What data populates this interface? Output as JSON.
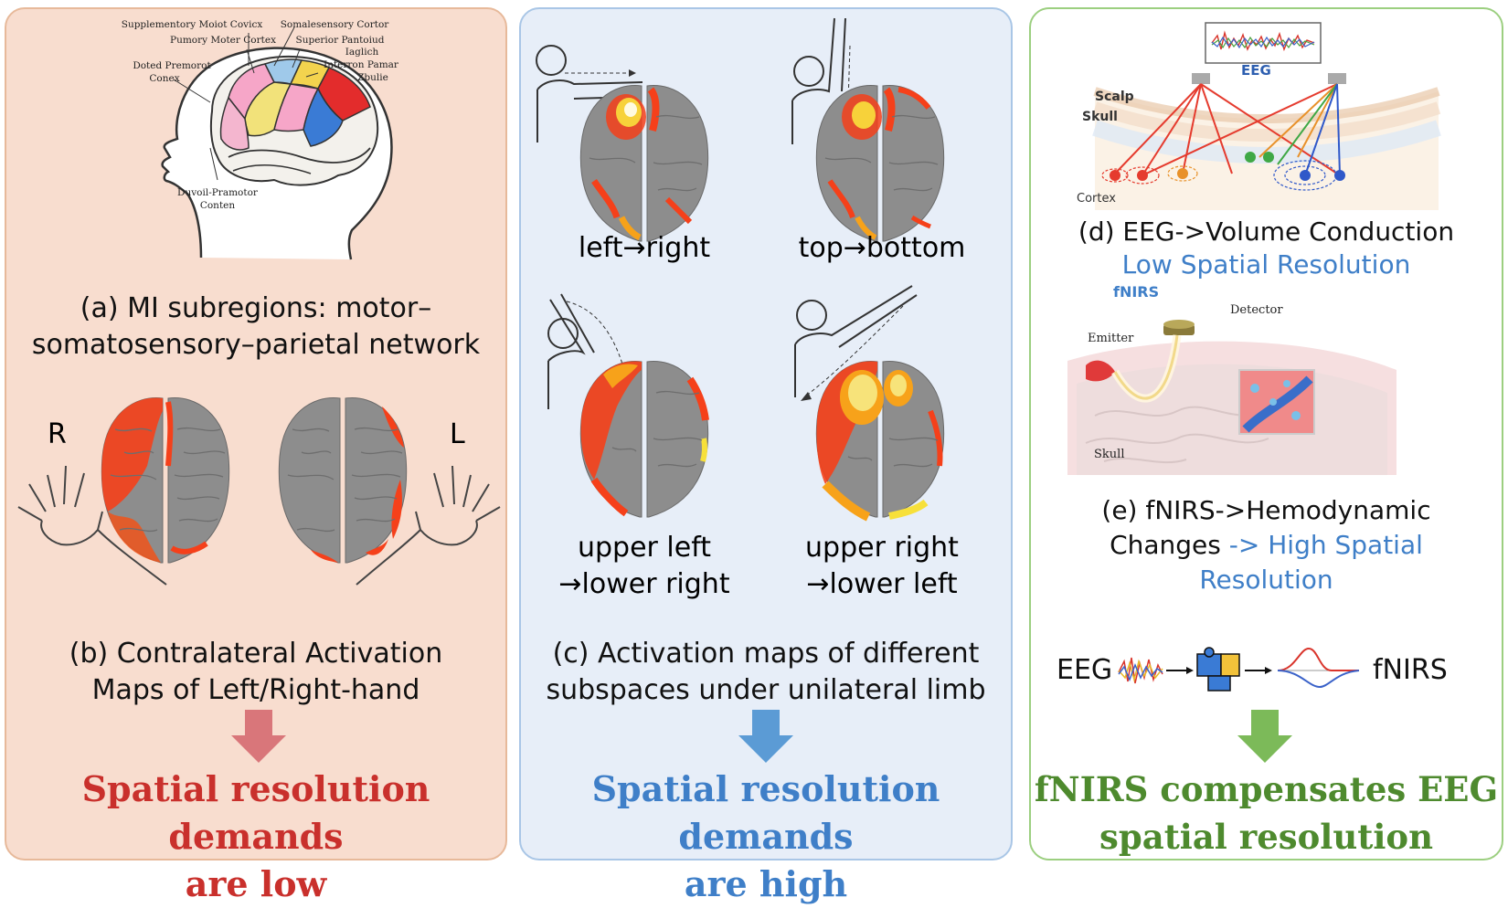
{
  "panel_a": {
    "brain_labels": {
      "supplementary": "Supplementory Moiot Covicx",
      "primary_motor": "Pumory Moter Cortex",
      "dorsal_premotor": "Doted Premorot",
      "dorsal_premotor_2": "Conex",
      "somatosensory": "Somalesensory Cortor",
      "superior_parietal": "Superior Pantoiud",
      "superior_parietal_2": "Iaglich",
      "inferior_parietal": "Interron Pamar",
      "inferior_parietal_2": "Zbulie",
      "ventral_premotor": "Duvoil-Pramotor",
      "ventral_premotor_2": "Conten"
    },
    "caption_a_line1": "(a) MI subregions: motor–",
    "caption_a_line2": "somatosensory–parietal network",
    "label_r": "R",
    "label_l": "L",
    "caption_b_line1": "(b) Contralateral Activation",
    "caption_b_line2": "Maps of Left/Right-hand",
    "conclusion_line1": "Spatial resolution demands",
    "conclusion_line2": "are low",
    "color": "#c9302c",
    "arrow_color": "#d9767a"
  },
  "panel_c": {
    "map_labels": {
      "lr": "left→right",
      "tb": "top→bottom",
      "ullr_1": "upper left",
      "ullr_2": "→lower right",
      "urll_1": "upper right",
      "urll_2": "→lower left"
    },
    "caption_line1": "(c) Activation maps of different",
    "caption_line2": "subspaces under unilateral limb",
    "conclusion_line1": "Spatial resolution demands",
    "conclusion_line2": "are high",
    "color": "#3f7fc8",
    "arrow_color": "#5b9bd5"
  },
  "panel_d": {
    "eeg_label": "EEG",
    "scalp_label": "Scalp",
    "skull_label": "Skull",
    "cortex_label": "Cortex",
    "caption_d_line1": "(d) EEG->Volume Conduction",
    "caption_d_line2": "Low Spatial Resolution",
    "fnirs_label": "fNIRS",
    "detector_label": "Detector",
    "emitter_label": "Emitter",
    "skull_label_2": "Skull",
    "caption_e_line1": "(e) fNIRS->Hemodynamic",
    "caption_e_line2a": "Changes ",
    "caption_e_line2b": "-> High Spatial",
    "caption_e_line3": "Resolution",
    "flow_eeg": "EEG",
    "flow_fnirs": "fNIRS",
    "conclusion_line1": "fNIRS compensates EEG",
    "conclusion_line2": "spatial resolution",
    "color": "#4e8a2e",
    "blue_text": "#3f7fc8",
    "arrow_color": "#7cba59"
  }
}
